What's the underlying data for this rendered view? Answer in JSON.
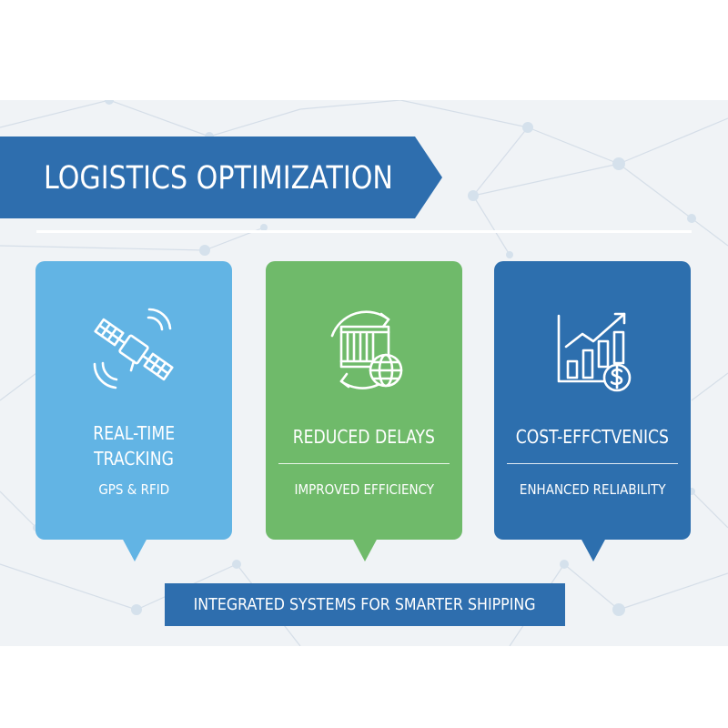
{
  "header": {
    "title": "LOGISTICS OPTIMIZATION"
  },
  "cards": [
    {
      "title_line1": "REAL-TIME",
      "title_line2": "TRACKING",
      "subtitle": "GPS & RFID",
      "icon": "satellite-icon",
      "color": "#62b4e4"
    },
    {
      "title": "REDUCED DELAYS",
      "subtitle": "IMPROVED EFFICIENCY",
      "icon": "container-globe-icon",
      "color": "#6fba6a"
    },
    {
      "title": "COST-EFFCTVENICS",
      "subtitle": "ENHANCED RELIABILITY",
      "icon": "growth-chart-dollar-icon",
      "color": "#2d6fae"
    }
  ],
  "footer": {
    "tagline": "INTEGRATED SYSTEMS FOR SMARTER SHIPPING"
  },
  "colors": {
    "banner": "#2e6eae",
    "background": "#f0f3f6"
  }
}
